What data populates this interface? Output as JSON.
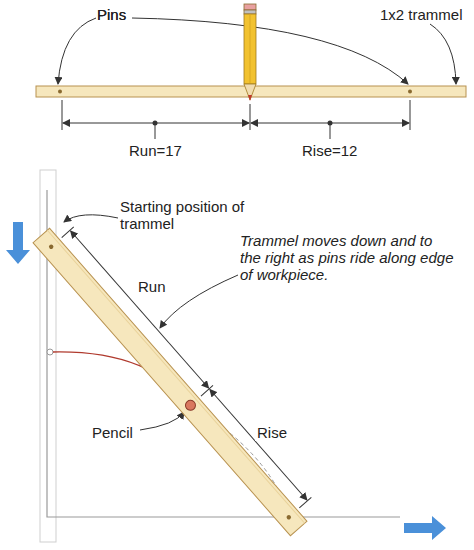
{
  "diagram": {
    "labels": [
      "Pins",
      "Pins",
      "1x2 trammel",
      "Run=17",
      "Rise=12",
      "Starting position of trammel",
      "Run",
      "Trammel moves down and to the right as pins ride along edge of workpiece.",
      "Rise",
      "Pencil"
    ]
  }
}
